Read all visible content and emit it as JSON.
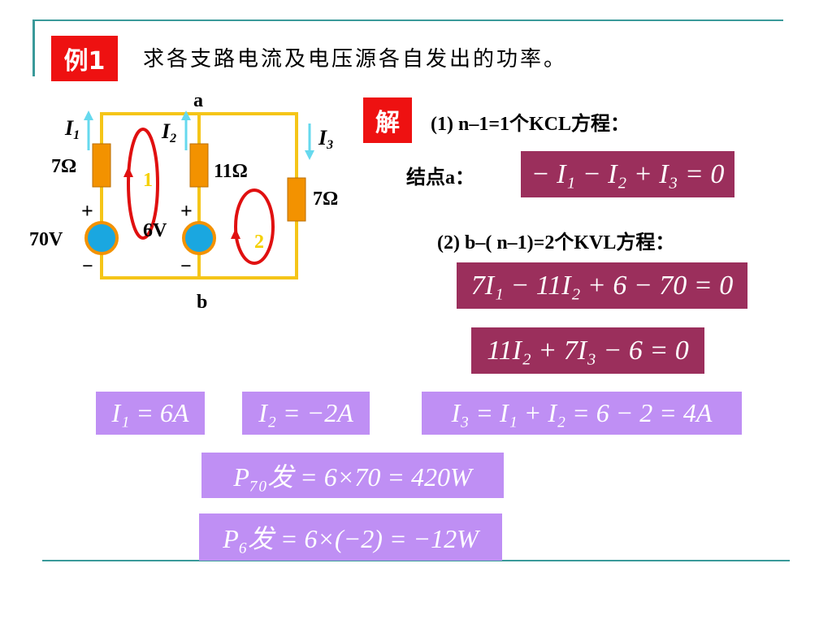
{
  "example_tag": "例1",
  "problem": "求各支路电流及电压源各自发出的功率。",
  "solve_tag": "解",
  "circuit": {
    "node_a": "a",
    "node_b": "b",
    "i1_main": "I",
    "i1_sub": "1",
    "i2_main": "I",
    "i2_sub": "2",
    "i3_main": "I",
    "i3_sub": "3",
    "r1": "7Ω",
    "r2": "11Ω",
    "r3": "7Ω",
    "v1": "70V",
    "v2": "6V",
    "plus": "+",
    "minus": "−",
    "loop1": "1",
    "loop2": "2"
  },
  "step1": "(1)  n–1=1个KCL方程：",
  "node_a_label": "结点a：",
  "kcl_eq": "− I₁ − I₂ + I₃ = 0",
  "step2": "(2)  b–( n–1)=2个KVL方程：",
  "kvl1_eq": "7I₁ − 11I₂ + 6 − 70 = 0",
  "kvl2_eq": "11I₂ + 7I₃ − 6 = 0",
  "sol_i1": "I₁ = 6A",
  "sol_i2": "I₂ = −2A",
  "sol_i3": "I₃ = I₁ + I₂ = 6 − 2 = 4A",
  "power_70": "P₇₀发 = 6×70 = 420W",
  "power_6": "P₆发 = 6×(−2) = −12W",
  "colors": {
    "wire": "#f5c518",
    "resistor": "#f39200",
    "source": "#1aa7e0",
    "loop": "#e01010",
    "arrow": "#66d9ee",
    "tag": "#ee1111",
    "eq_dark": "#9b2f5c",
    "eq_light": "#bf8ff4",
    "rule": "#3a9a9a"
  }
}
